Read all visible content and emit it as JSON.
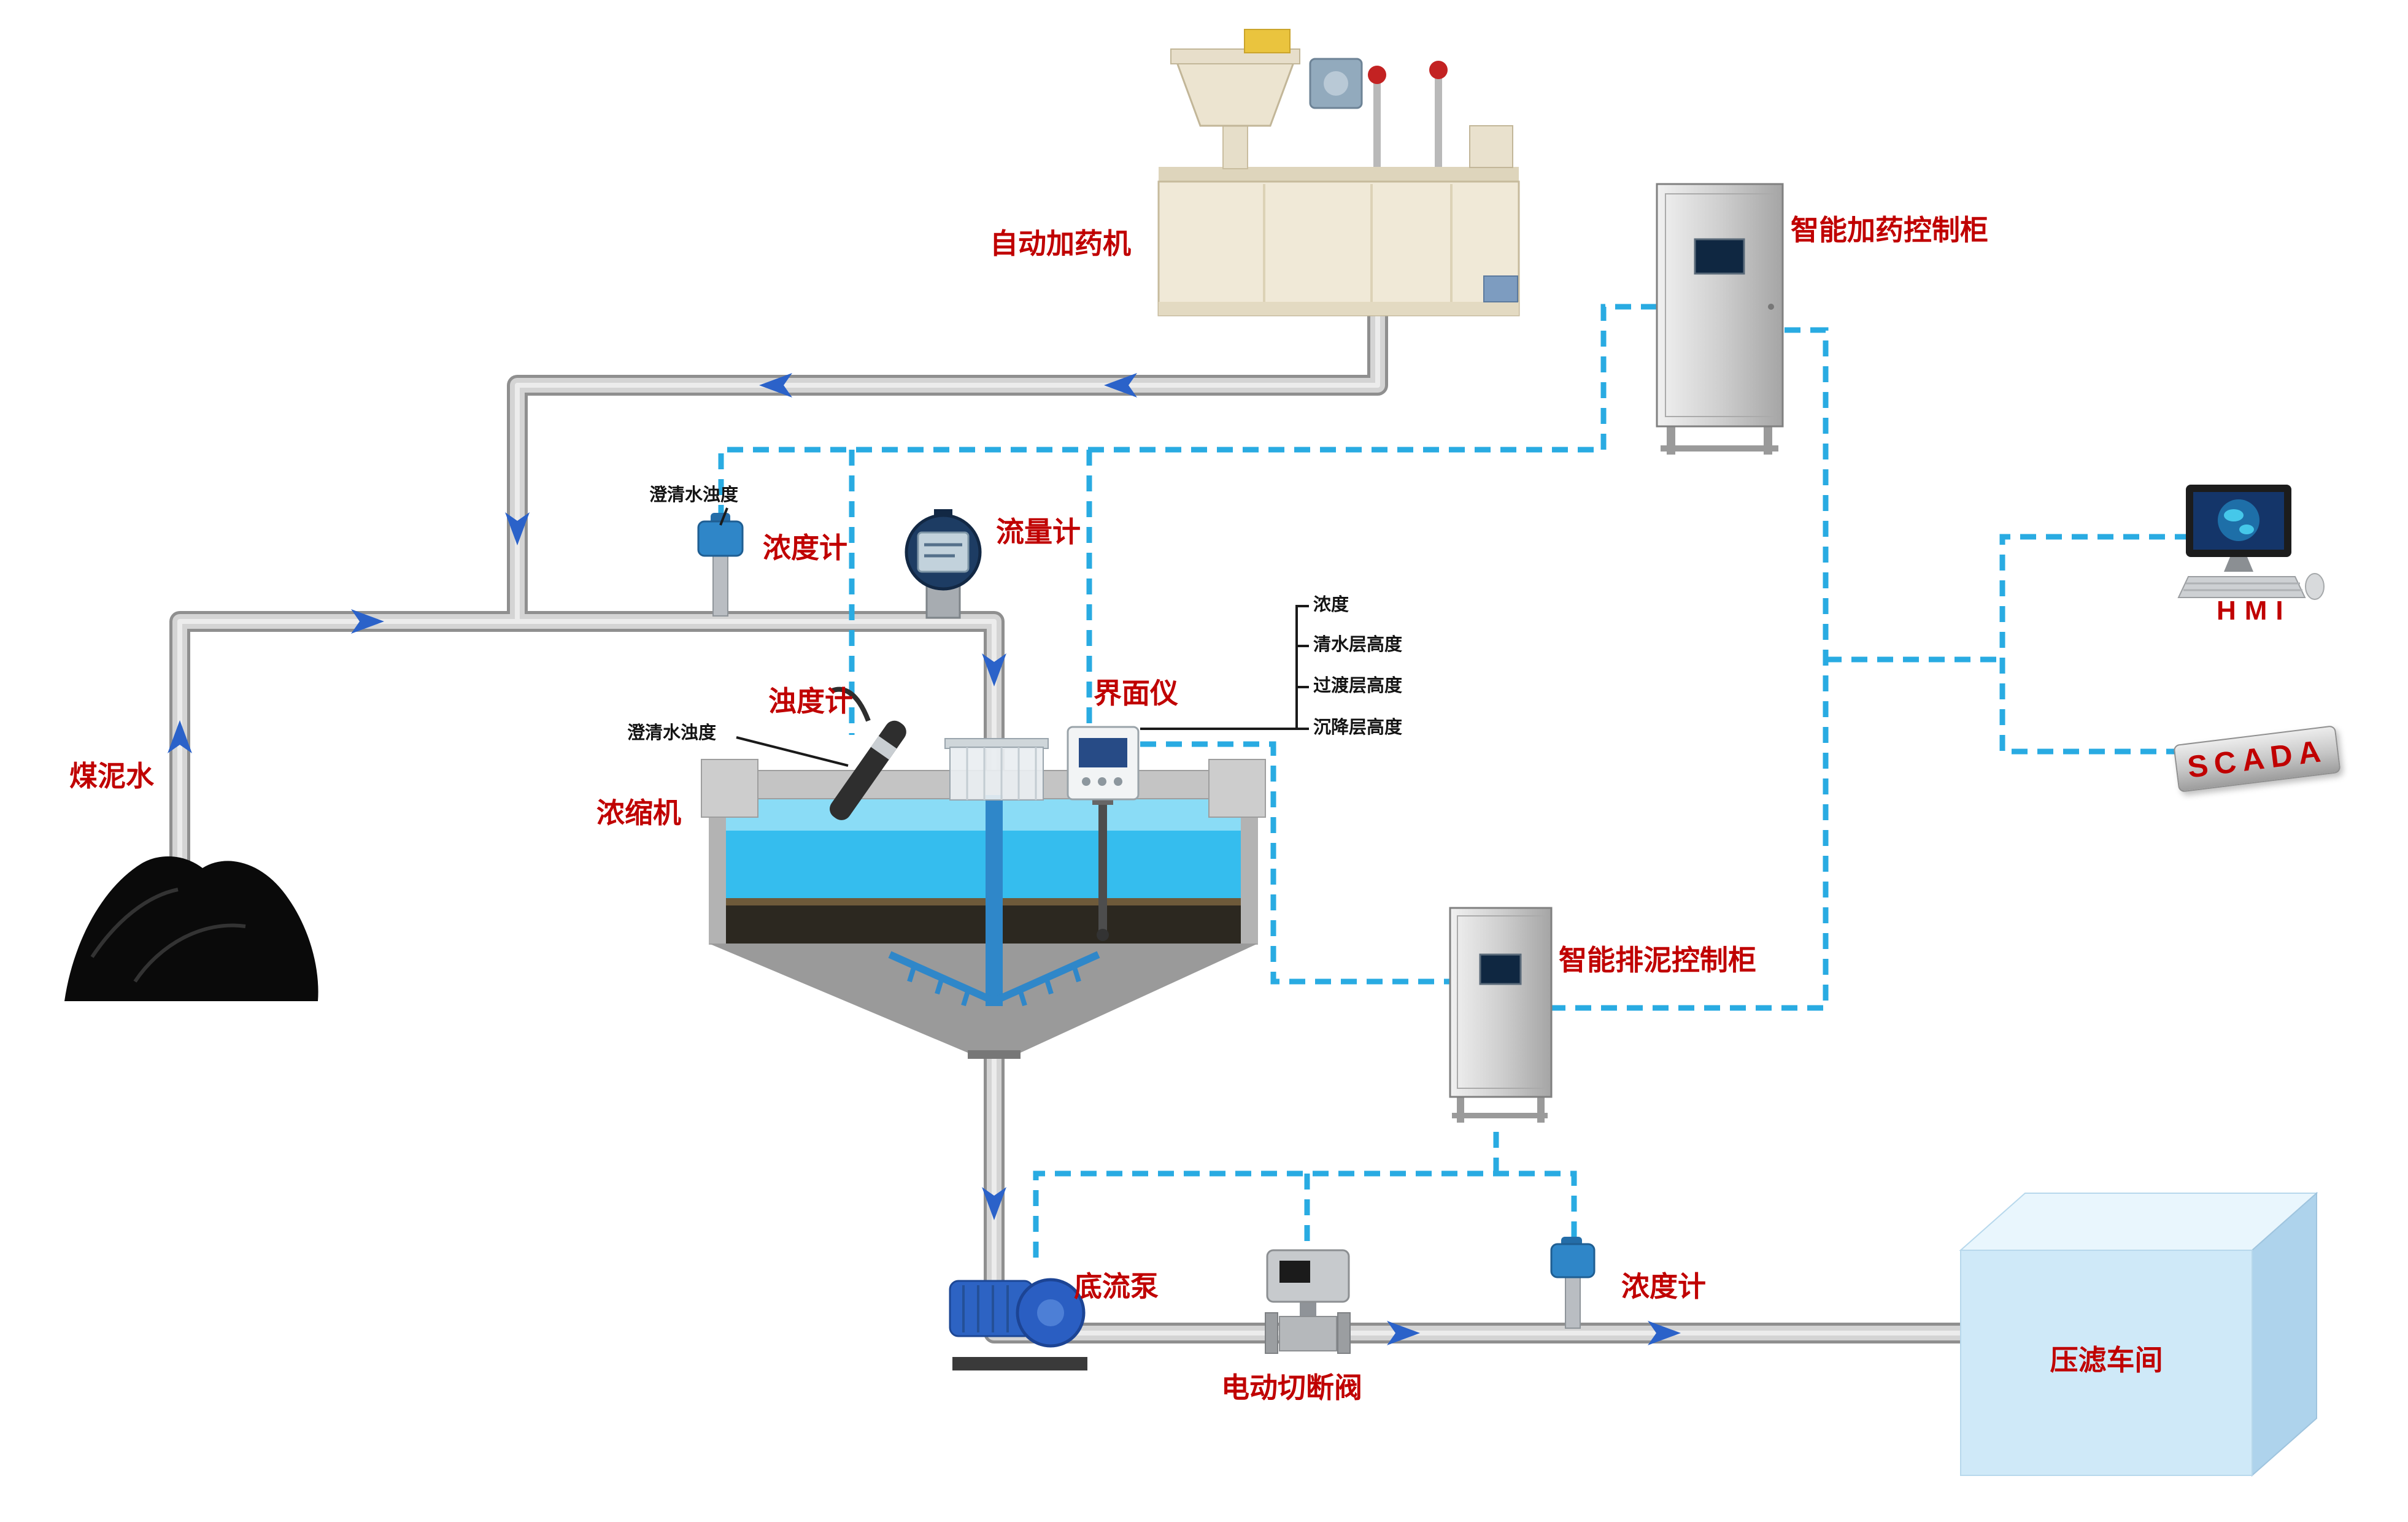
{
  "labels": {
    "auto_dosing_machine": "自动加药机",
    "smart_dosing_cabinet": "智能加药控制柜",
    "hmi": "HMI",
    "scada": "SCADA",
    "coal_slurry": "煤泥水",
    "density_meter_feed": "浓度计",
    "clarified_water_turbidity_1": "澄清水浊度",
    "flow_meter": "流量计",
    "turbidity_meter": "浊度计",
    "clarified_water_turbidity_2": "澄清水浊度",
    "thickener": "浓缩机",
    "interface_analyzer": "界面仪",
    "interface_params": [
      "浓度",
      "清水层高度",
      "过渡层高度",
      "沉降层高度"
    ],
    "smart_sludge_cabinet": "智能排泥控制柜",
    "underflow_pump": "底流泵",
    "electric_shutoff_valve": "电动切断阀",
    "density_meter_underflow": "浓度计",
    "filter_press_workshop": "压滤车间"
  },
  "colors": {
    "label_red": "#c00000",
    "signal_line_blue": "#29abe2",
    "flow_arrow_blue": "#2b62c9",
    "pipe_gray": "#d4d4d4",
    "thickener_water": "#35bdee",
    "workshop_blue": "#cfe9f8"
  }
}
